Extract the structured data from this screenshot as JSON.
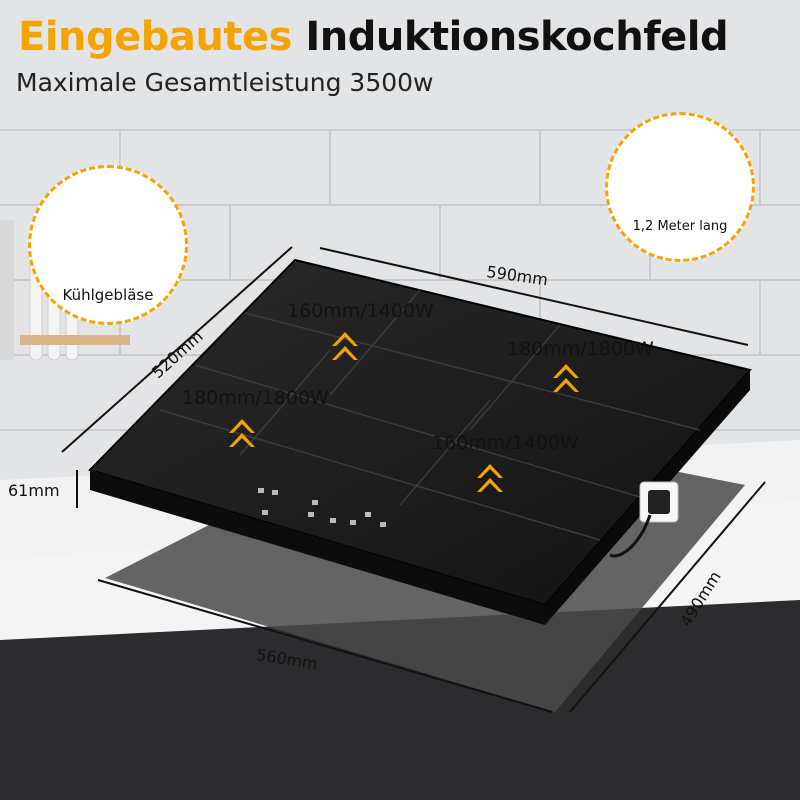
{
  "header": {
    "title_accent": "Eingebautes",
    "title_rest": "Induktionskochfeld",
    "subtitle": "Maximale Gesamtleistung 3500w"
  },
  "features": {
    "fan_label": "Kühlgebläse",
    "cable_label": "1,2 Meter lang"
  },
  "zones": [
    {
      "label": "160mm/1400W"
    },
    {
      "label": "180mm/1800W"
    },
    {
      "label": "180mm/1800W"
    },
    {
      "label": "160mm/1400W"
    }
  ],
  "dimensions": {
    "width_top": "590mm",
    "depth_left": "520mm",
    "height": "61mm",
    "cutout_width": "560mm",
    "cutout_depth": "490mm"
  },
  "colors": {
    "accent": "#f5a300",
    "cooktop": "#1a1a1a",
    "countertop": "#f2f2f2"
  }
}
